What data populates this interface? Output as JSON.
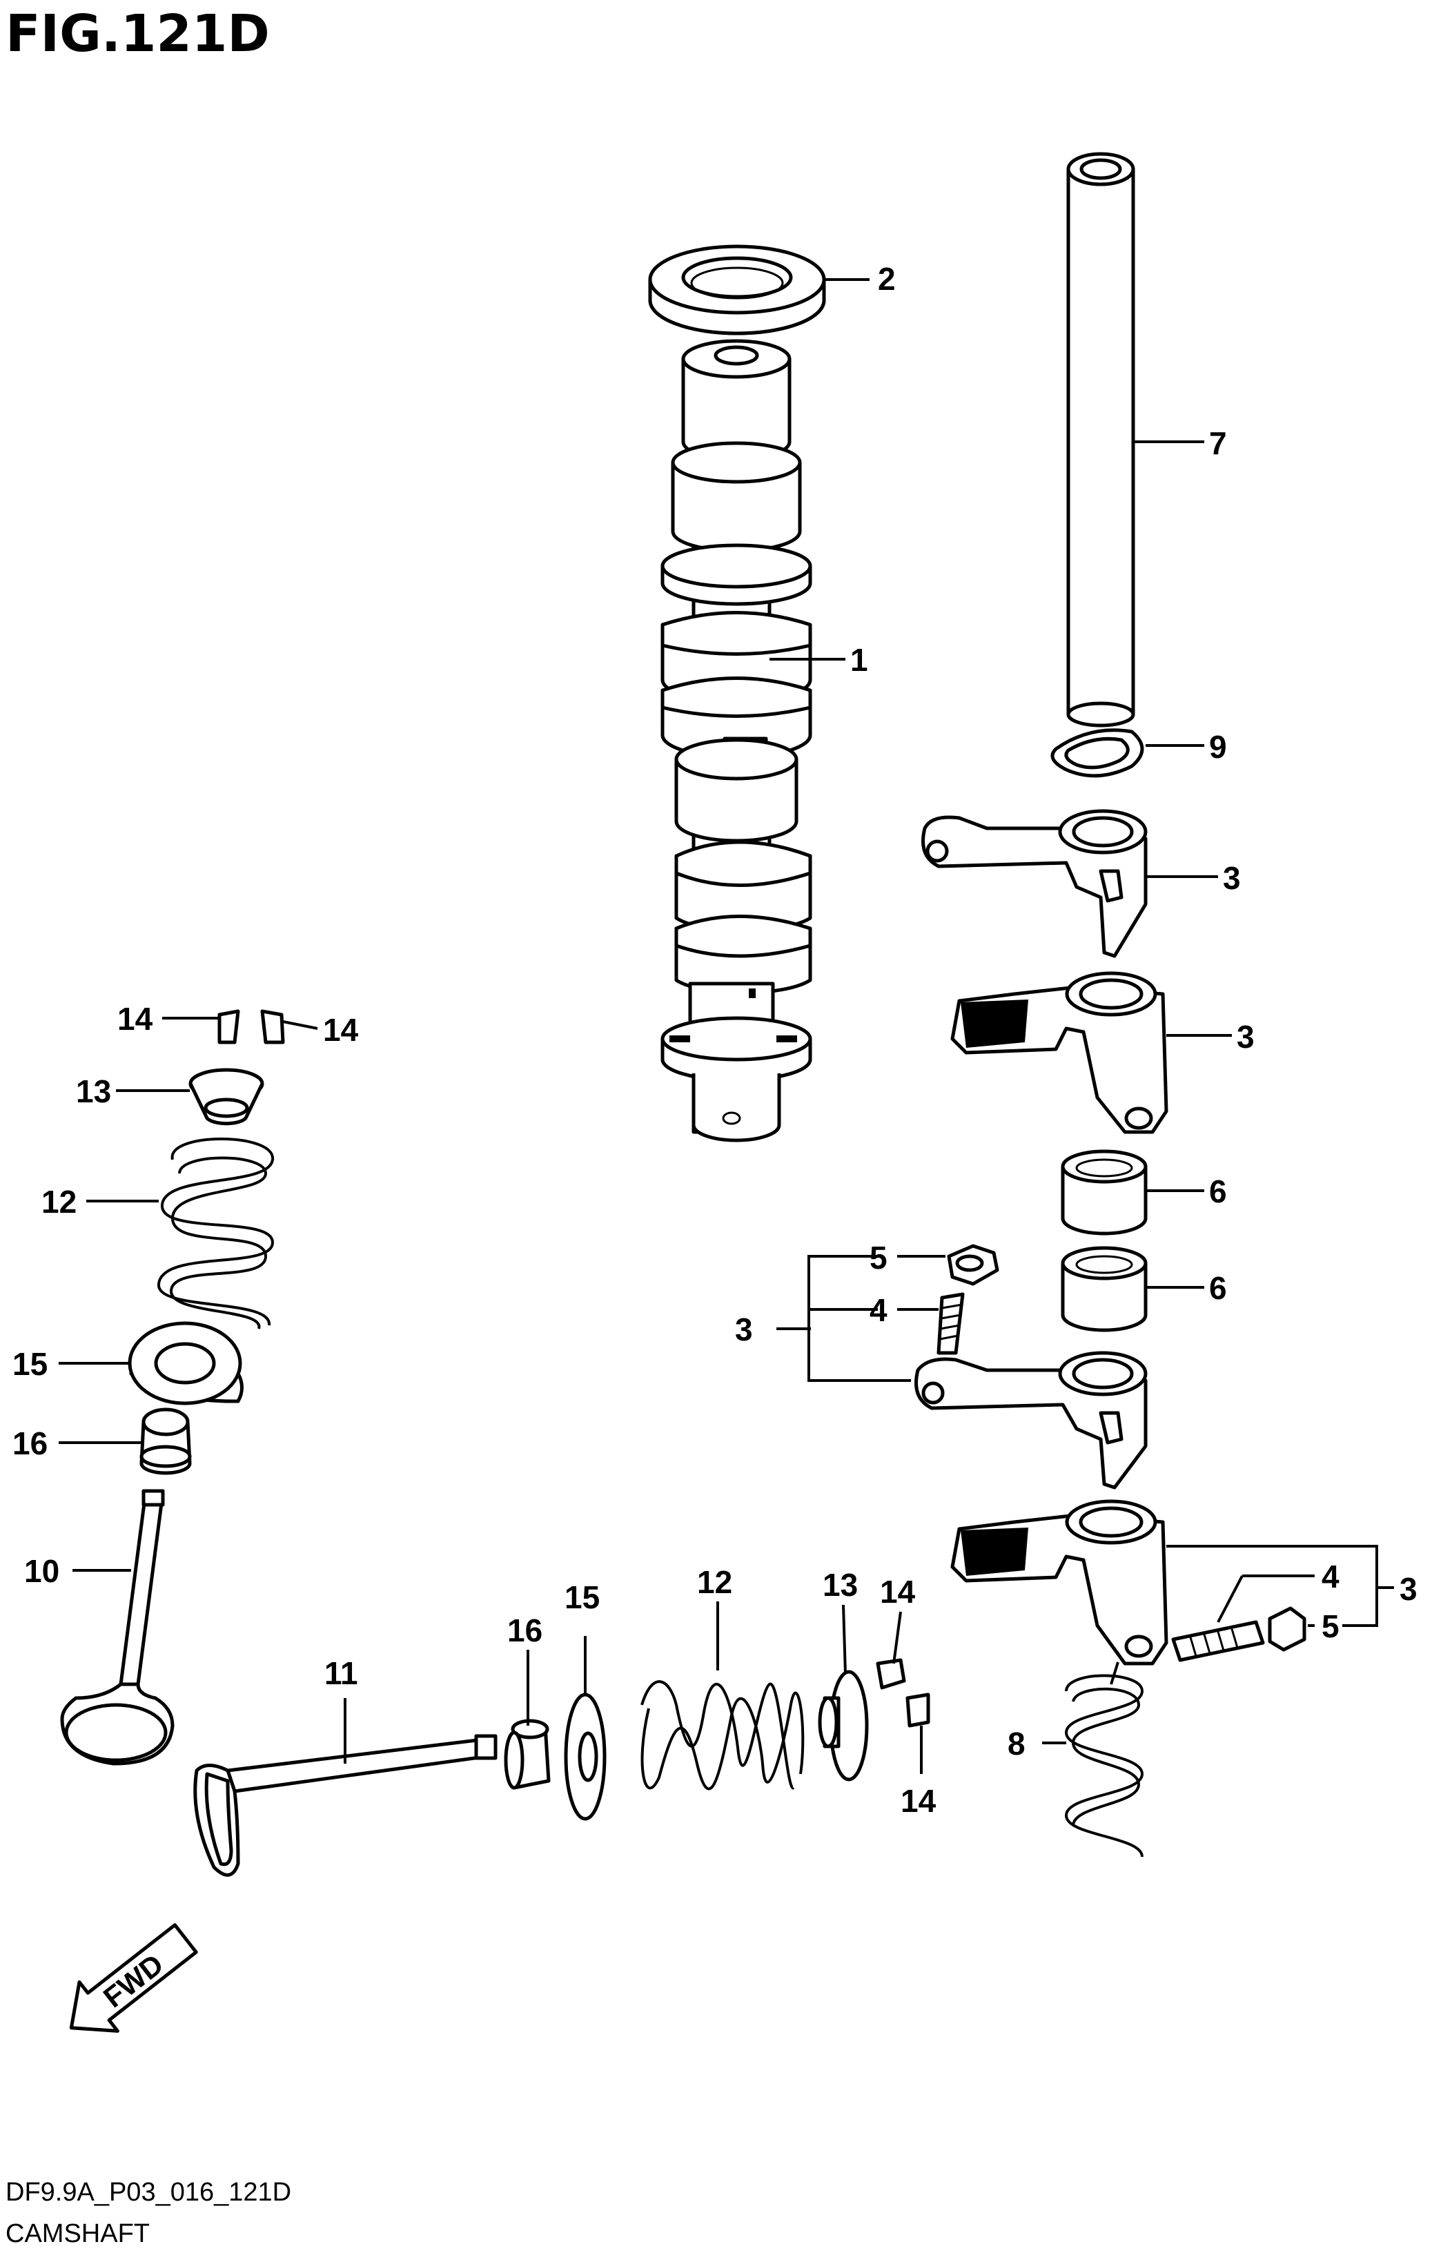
{
  "figure": {
    "title": "FIG.121D",
    "code": "DF9.9A_P03_016_121D",
    "name": "CAMSHAFT",
    "fwd": "FWD"
  },
  "labels": {
    "l1": "1",
    "l2": "2",
    "l3a": "3",
    "l3b": "3",
    "l3c": "3",
    "l3d": "3",
    "l4a": "4",
    "l4b": "4",
    "l5a": "5",
    "l5b": "5",
    "l6a": "6",
    "l6b": "6",
    "l7": "7",
    "l8": "8",
    "l9": "9",
    "l10": "10",
    "l11": "11",
    "l12a": "12",
    "l12b": "12",
    "l13a": "13",
    "l13b": "13",
    "l14a": "14",
    "l14b": "14",
    "l14c": "14",
    "l14d": "14",
    "l15a": "15",
    "l15b": "15",
    "l16a": "16",
    "l16b": "16"
  }
}
